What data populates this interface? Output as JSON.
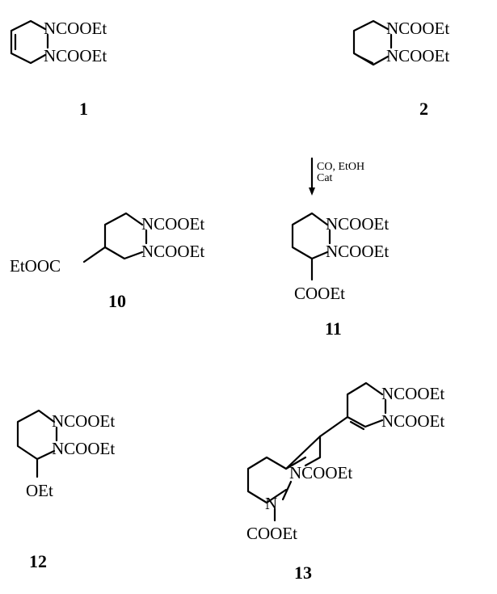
{
  "sub": "NCOOEt",
  "ester": "COOEt",
  "ester_left": "EtOOC",
  "ether": "OEt",
  "n_atom": "N",
  "compounds": {
    "c1": "1",
    "c2": "2",
    "c10": "10",
    "c11": "11",
    "c12": "12",
    "c13": "13"
  },
  "arrow": {
    "line1": "CO, EtOH",
    "line2": "Cat"
  }
}
